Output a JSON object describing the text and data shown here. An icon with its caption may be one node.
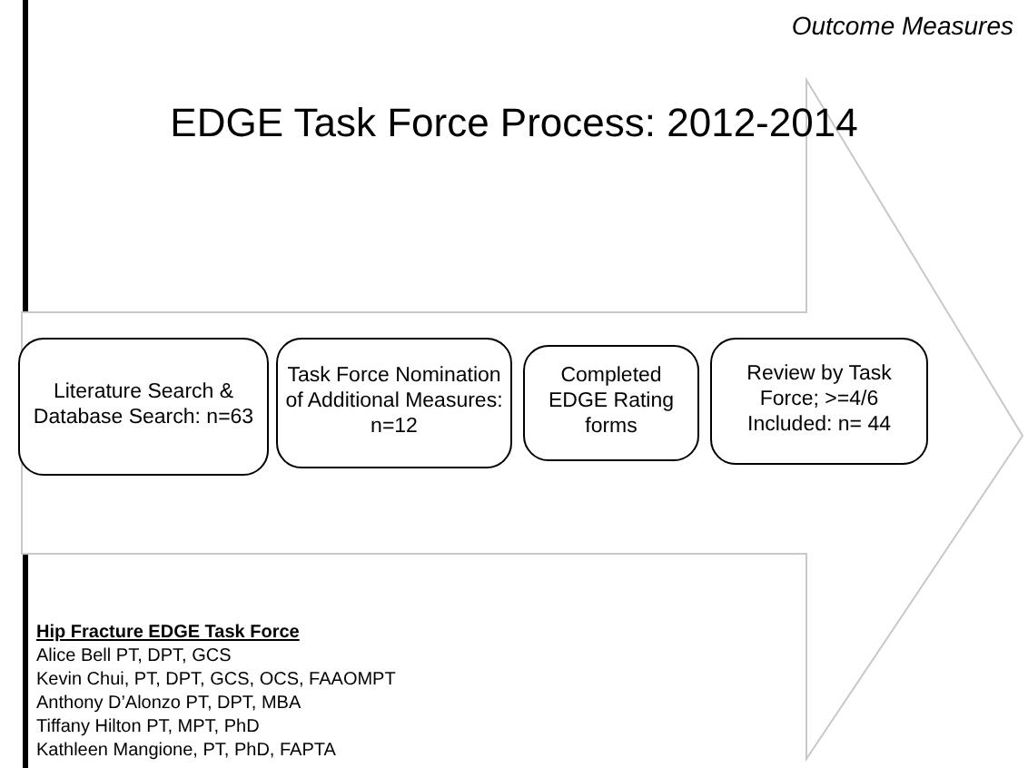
{
  "diagram": {
    "title": "EDGE Task Force Process:  2012-2014",
    "nodes": [
      {
        "text": [
          "Literature Search & Database Search: n=63"
        ]
      },
      {
        "text": [
          "Task Force Nomination of Additional Measures: n=12"
        ]
      },
      {
        "text": [
          "Completed EDGE Rating forms"
        ]
      },
      {
        "text": [
          "Review by Task Force; >=4/6 Included: n= 44"
        ]
      }
    ],
    "labels": [
      "Outcome Measures",
      "Hip Fracture EDGE Task Force",
      "Alice Bell PT, DPT, GCS",
      "Kevin Chui, PT, DPT, GCS, OCS, FAAOMPT",
      "Anthony D’Alonzo PT, DPT, MBA",
      "Tiffany Hilton PT, MPT, PhD",
      "Kathleen Mangione, PT, PhD, FAPTA"
    ]
  }
}
